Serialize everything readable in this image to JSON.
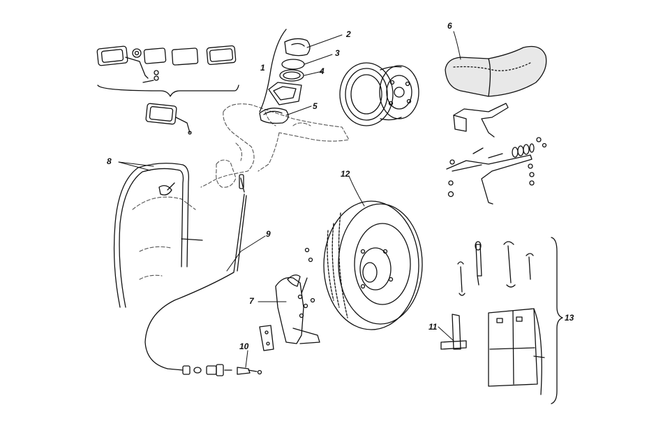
{
  "diagram": {
    "callouts": [
      {
        "id": "c1",
        "text": "1"
      },
      {
        "id": "c2",
        "text": "2"
      },
      {
        "id": "c3",
        "text": "3"
      },
      {
        "id": "c4",
        "text": "4"
      },
      {
        "id": "c5",
        "text": "5"
      },
      {
        "id": "c6",
        "text": "6"
      },
      {
        "id": "c7",
        "text": "7"
      },
      {
        "id": "c8",
        "text": "8"
      },
      {
        "id": "c9",
        "text": "9"
      },
      {
        "id": "c10",
        "text": "10"
      },
      {
        "id": "c11",
        "text": "11"
      },
      {
        "id": "c12",
        "text": "12"
      },
      {
        "id": "c13",
        "text": "13"
      }
    ],
    "colors": {
      "ink": "#111111",
      "background": "#ffffff",
      "dashed": "#555555"
    }
  }
}
